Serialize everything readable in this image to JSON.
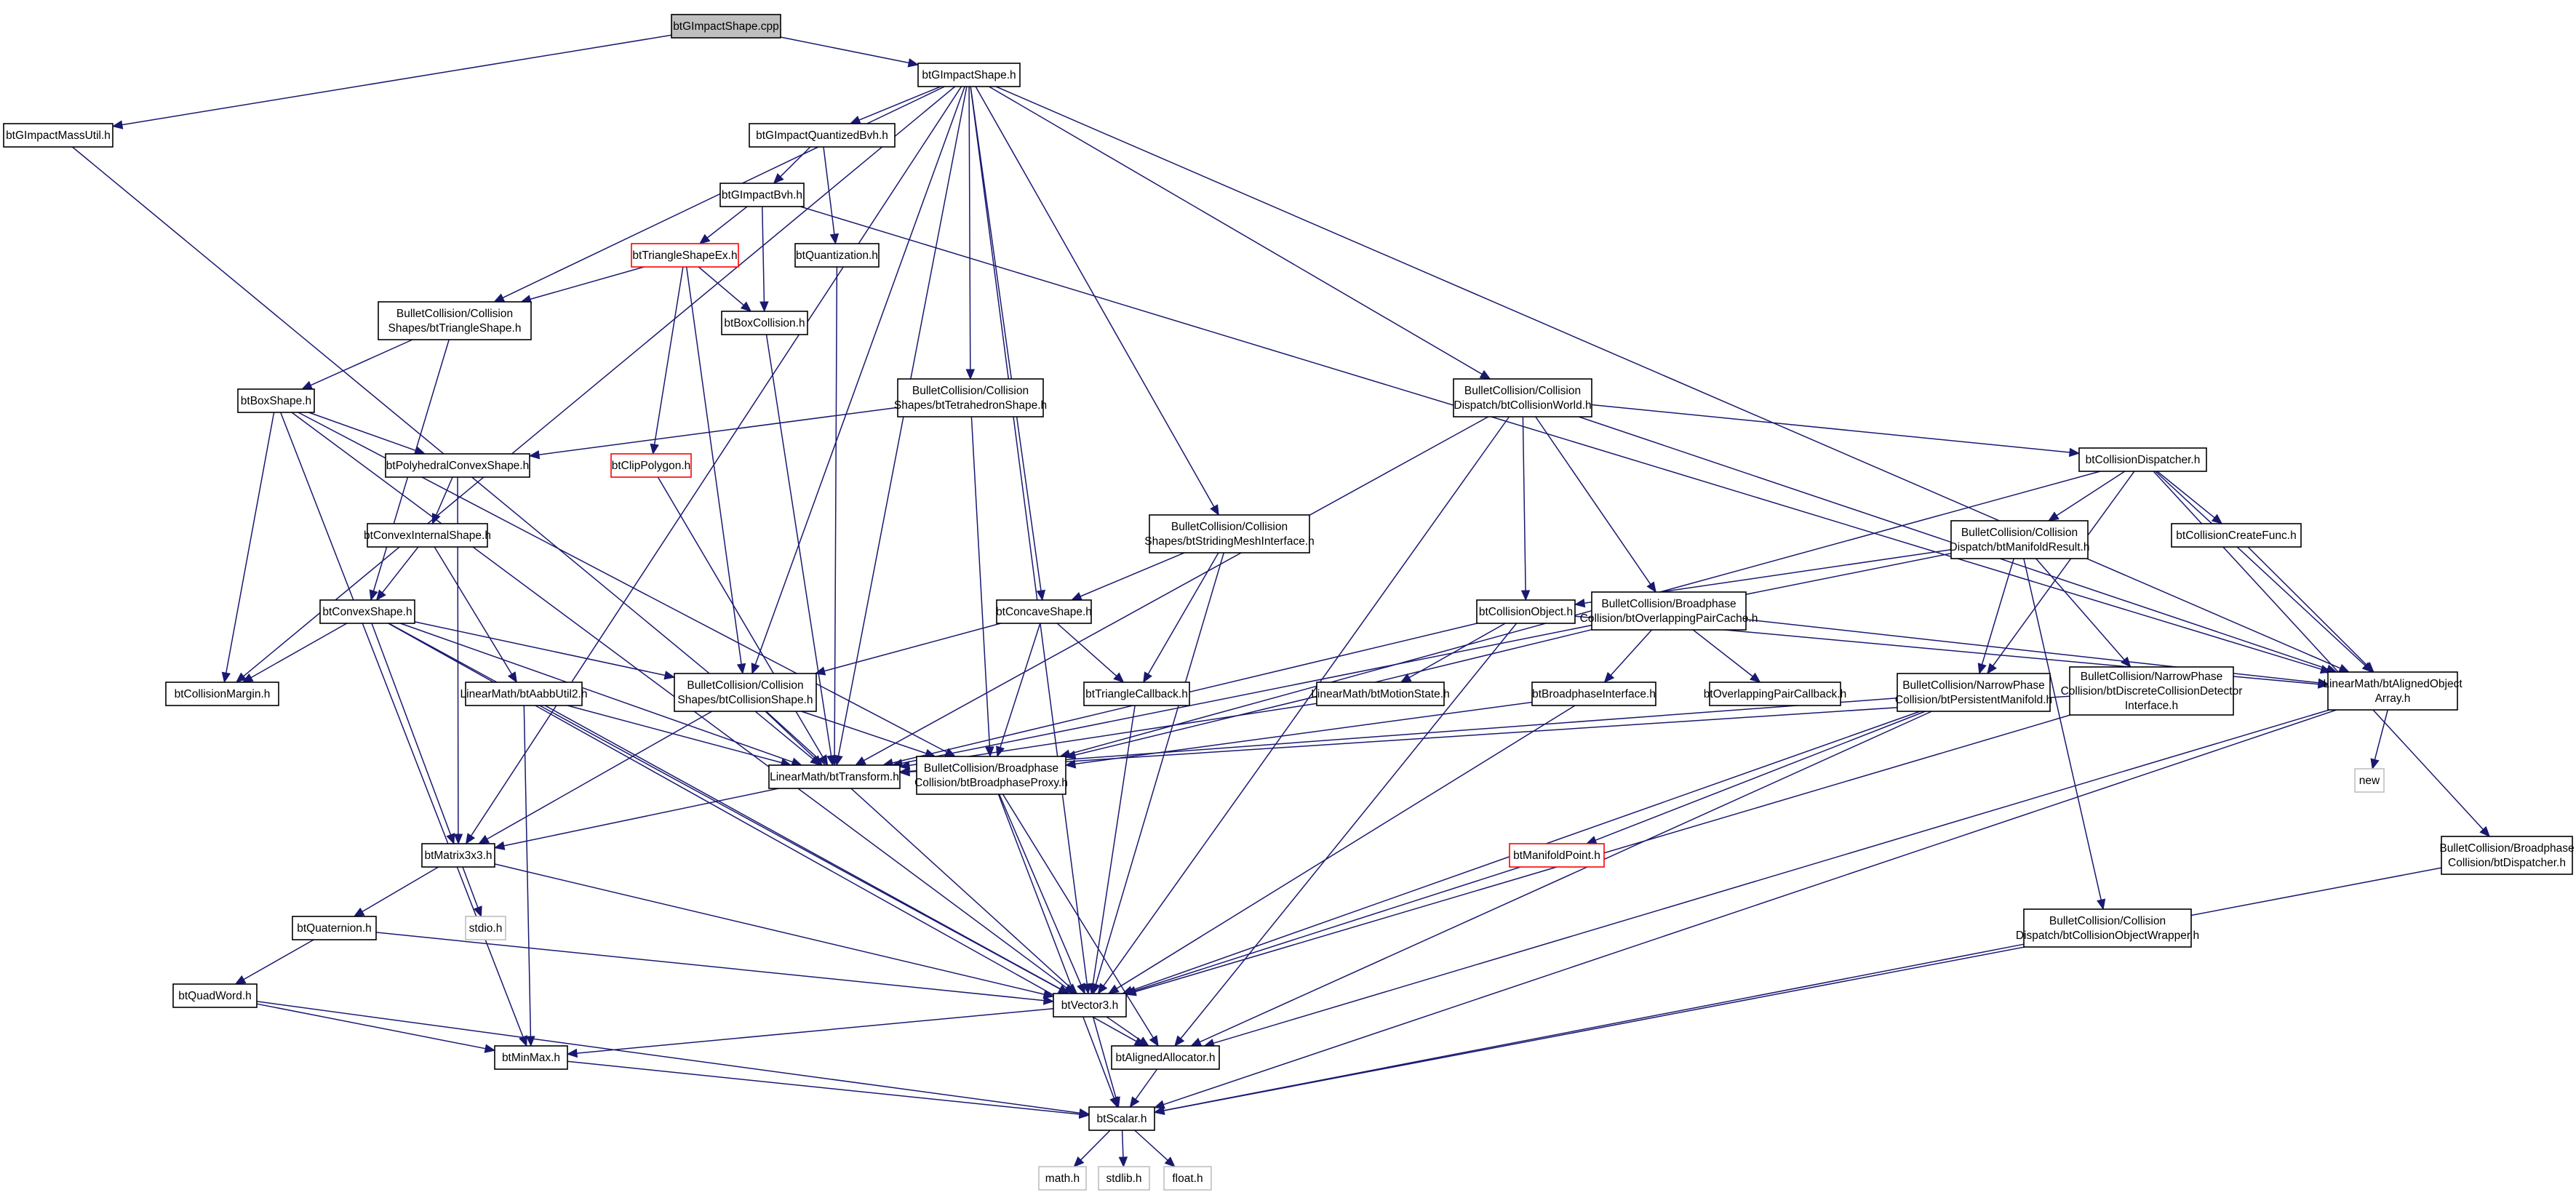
{
  "colors": {
    "edge": "#191970",
    "node_border": "#000000",
    "root_fill": "#bfbfbf",
    "missing_border": "#ff0000",
    "system_border": "#bfbfbf"
  },
  "nodes": [
    {
      "id": "cpp",
      "lines": [
        "btGImpactShape.cpp"
      ],
      "style": "root"
    },
    {
      "id": "shape_h",
      "lines": [
        "btGImpactShape.h"
      ]
    },
    {
      "id": "massutil",
      "lines": [
        "btGImpactMassUtil.h"
      ]
    },
    {
      "id": "qbvh",
      "lines": [
        "btGImpactQuantizedBvh.h"
      ]
    },
    {
      "id": "gbvh",
      "lines": [
        "btGImpactBvh.h"
      ]
    },
    {
      "id": "trishapeex",
      "lines": [
        "btTriangleShapeEx.h"
      ],
      "style": "red"
    },
    {
      "id": "quantization",
      "lines": [
        "btQuantization.h"
      ]
    },
    {
      "id": "bctri",
      "lines": [
        "BulletCollision/Collision",
        "Shapes/btTriangleShape.h"
      ]
    },
    {
      "id": "boxcol",
      "lines": [
        "btBoxCollision.h"
      ]
    },
    {
      "id": "boxshape",
      "lines": [
        "btBoxShape.h"
      ]
    },
    {
      "id": "bctetra",
      "lines": [
        "BulletCollision/Collision",
        "Shapes/btTetrahedronShape.h"
      ]
    },
    {
      "id": "bcworld",
      "lines": [
        "BulletCollision/Collision",
        "Dispatch/btCollisionWorld.h"
      ]
    },
    {
      "id": "polyconvex",
      "lines": [
        "btPolyhedralConvexShape.h"
      ]
    },
    {
      "id": "clippoly",
      "lines": [
        "btClipPolygon.h"
      ],
      "style": "red"
    },
    {
      "id": "coldispatcher",
      "lines": [
        "btCollisionDispatcher.h"
      ]
    },
    {
      "id": "convexint",
      "lines": [
        "btConvexInternalShape.h"
      ]
    },
    {
      "id": "bcstriding",
      "lines": [
        "BulletCollision/Collision",
        "Shapes/btStridingMeshInterface.h"
      ]
    },
    {
      "id": "bcmanifold",
      "lines": [
        "BulletCollision/Collision",
        "Dispatch/btManifoldResult.h"
      ]
    },
    {
      "id": "colcreate",
      "lines": [
        "btCollisionCreateFunc.h"
      ]
    },
    {
      "id": "convexshape",
      "lines": [
        "btConvexShape.h"
      ]
    },
    {
      "id": "concave",
      "lines": [
        "btConcaveShape.h"
      ]
    },
    {
      "id": "colobject",
      "lines": [
        "btCollisionObject.h"
      ]
    },
    {
      "id": "bcoverlap",
      "lines": [
        "BulletCollision/Broadphase",
        "Collision/btOverlappingPairCache.h"
      ]
    },
    {
      "id": "alignedarray",
      "lines": [
        "LinearMath/btAlignedObject",
        "Array.h"
      ]
    },
    {
      "id": "colmargin",
      "lines": [
        "btCollisionMargin.h"
      ]
    },
    {
      "id": "aabbutil",
      "lines": [
        "LinearMath/btAabbUtil2.h"
      ]
    },
    {
      "id": "bccolshape",
      "lines": [
        "BulletCollision/Collision",
        "Shapes/btCollisionShape.h"
      ]
    },
    {
      "id": "tricallback",
      "lines": [
        "btTriangleCallback.h"
      ]
    },
    {
      "id": "motionstate",
      "lines": [
        "LinearMath/btMotionState.h"
      ]
    },
    {
      "id": "broadphaseif",
      "lines": [
        "btBroadphaseInterface.h"
      ]
    },
    {
      "id": "overlapcb",
      "lines": [
        "btOverlappingPairCallback.h"
      ]
    },
    {
      "id": "bcpersist",
      "lines": [
        "BulletCollision/NarrowPhase",
        "Collision/btPersistentManifold.h"
      ]
    },
    {
      "id": "bcdiscrete",
      "lines": [
        "BulletCollision/NarrowPhase",
        "Collision/btDiscreteCollisionDetector",
        "Interface.h"
      ]
    },
    {
      "id": "transform",
      "lines": [
        "LinearMath/btTransform.h"
      ]
    },
    {
      "id": "bcproxy",
      "lines": [
        "BulletCollision/Broadphase",
        "Collision/btBroadphaseProxy.h"
      ]
    },
    {
      "id": "new",
      "lines": [
        "new"
      ],
      "style": "ghost"
    },
    {
      "id": "bcdispatcher",
      "lines": [
        "BulletCollision/Broadphase",
        "Collision/btDispatcher.h"
      ]
    },
    {
      "id": "matrix",
      "lines": [
        "btMatrix3x3.h"
      ]
    },
    {
      "id": "manifoldpt",
      "lines": [
        "btManifoldPoint.h"
      ],
      "style": "red"
    },
    {
      "id": "stdio",
      "lines": [
        "stdio.h"
      ],
      "style": "ghost"
    },
    {
      "id": "quaternion",
      "lines": [
        "btQuaternion.h"
      ]
    },
    {
      "id": "bcwrapper",
      "lines": [
        "BulletCollision/Collision",
        "Dispatch/btCollisionObjectWrapper.h"
      ]
    },
    {
      "id": "quadword",
      "lines": [
        "btQuadWord.h"
      ]
    },
    {
      "id": "vector3",
      "lines": [
        "btVector3.h"
      ]
    },
    {
      "id": "minmax",
      "lines": [
        "btMinMax.h"
      ]
    },
    {
      "id": "alignedalloc",
      "lines": [
        "btAlignedAllocator.h"
      ]
    },
    {
      "id": "scalar",
      "lines": [
        "btScalar.h"
      ]
    },
    {
      "id": "math",
      "lines": [
        "math.h"
      ],
      "style": "ghost"
    },
    {
      "id": "stdlib",
      "lines": [
        "stdlib.h"
      ],
      "style": "ghost"
    },
    {
      "id": "float",
      "lines": [
        "float.h"
      ],
      "style": "ghost"
    }
  ],
  "edges": [
    [
      "cpp",
      "shape_h"
    ],
    [
      "cpp",
      "massutil"
    ],
    [
      "shape_h",
      "qbvh"
    ],
    [
      "shape_h",
      "bctri"
    ],
    [
      "shape_h",
      "bctetra"
    ],
    [
      "shape_h",
      "bcworld"
    ],
    [
      "shape_h",
      "bcstriding"
    ],
    [
      "shape_h",
      "concave"
    ],
    [
      "shape_h",
      "bccolshape"
    ],
    [
      "shape_h",
      "transform"
    ],
    [
      "shape_h",
      "colmargin"
    ],
    [
      "shape_h",
      "matrix"
    ],
    [
      "shape_h",
      "vector3"
    ],
    [
      "shape_h",
      "alignedarray"
    ],
    [
      "massutil",
      "transform"
    ],
    [
      "qbvh",
      "gbvh"
    ],
    [
      "qbvh",
      "quantization"
    ],
    [
      "gbvh",
      "trishapeex"
    ],
    [
      "gbvh",
      "boxcol"
    ],
    [
      "gbvh",
      "alignedarray"
    ],
    [
      "trishapeex",
      "bctri"
    ],
    [
      "trishapeex",
      "boxcol"
    ],
    [
      "trishapeex",
      "clippoly"
    ],
    [
      "trishapeex",
      "bccolshape"
    ],
    [
      "quantization",
      "transform"
    ],
    [
      "boxcol",
      "transform"
    ],
    [
      "bctri",
      "boxshape"
    ],
    [
      "bctri",
      "convexshape"
    ],
    [
      "boxshape",
      "polyconvex"
    ],
    [
      "boxshape",
      "bcproxy"
    ],
    [
      "boxshape",
      "colmargin"
    ],
    [
      "boxshape",
      "vector3"
    ],
    [
      "boxshape",
      "minmax"
    ],
    [
      "bctetra",
      "polyconvex"
    ],
    [
      "bctetra",
      "bcproxy"
    ],
    [
      "polyconvex",
      "convexint"
    ],
    [
      "polyconvex",
      "matrix"
    ],
    [
      "clippoly",
      "transform"
    ],
    [
      "convexint",
      "convexshape"
    ],
    [
      "convexint",
      "aabbutil"
    ],
    [
      "convexshape",
      "colmargin"
    ],
    [
      "convexshape",
      "bccolshape"
    ],
    [
      "convexshape",
      "transform"
    ],
    [
      "convexshape",
      "matrix"
    ],
    [
      "convexshape",
      "vector3"
    ],
    [
      "convexshape",
      "alignedalloc"
    ],
    [
      "aabbutil",
      "transform"
    ],
    [
      "aabbutil",
      "vector3"
    ],
    [
      "aabbutil",
      "minmax"
    ],
    [
      "bcstriding",
      "concave"
    ],
    [
      "bcstriding",
      "tricallback"
    ],
    [
      "bcstriding",
      "vector3"
    ],
    [
      "concave",
      "bccolshape"
    ],
    [
      "concave",
      "tricallback"
    ],
    [
      "concave",
      "bcproxy"
    ],
    [
      "bccolshape",
      "transform"
    ],
    [
      "bccolshape",
      "vector3"
    ],
    [
      "bccolshape",
      "matrix"
    ],
    [
      "bccolshape",
      "bcproxy"
    ],
    [
      "tricallback",
      "vector3"
    ],
    [
      "bcworld",
      "colobject"
    ],
    [
      "bcworld",
      "coldispatcher"
    ],
    [
      "bcworld",
      "bcoverlap"
    ],
    [
      "bcworld",
      "transform"
    ],
    [
      "bcworld",
      "vector3"
    ],
    [
      "bcworld",
      "alignedarray"
    ],
    [
      "coldispatcher",
      "bcmanifold"
    ],
    [
      "coldispatcher",
      "colcreate"
    ],
    [
      "coldispatcher",
      "alignedarray"
    ],
    [
      "coldispatcher",
      "bcpersist"
    ],
    [
      "coldispatcher",
      "bcdispatcher"
    ],
    [
      "coldispatcher",
      "bcproxy"
    ],
    [
      "colcreate",
      "alignedarray"
    ],
    [
      "bcmanifold",
      "colobject"
    ],
    [
      "bcmanifold",
      "bcpersist"
    ],
    [
      "bcmanifold",
      "bcdiscrete"
    ],
    [
      "bcmanifold",
      "transform"
    ],
    [
      "bcmanifold",
      "bcwrapper"
    ],
    [
      "colobject",
      "motionstate"
    ],
    [
      "colobject",
      "transform"
    ],
    [
      "colobject",
      "alignedarray"
    ],
    [
      "colobject",
      "alignedalloc"
    ],
    [
      "motionstate",
      "transform"
    ],
    [
      "bcoverlap",
      "broadphaseif"
    ],
    [
      "bcoverlap",
      "overlapcb"
    ],
    [
      "bcoverlap",
      "bcproxy"
    ],
    [
      "bcoverlap",
      "alignedarray"
    ],
    [
      "broadphaseif",
      "bcproxy"
    ],
    [
      "broadphaseif",
      "vector3"
    ],
    [
      "bcpersist",
      "manifoldpt"
    ],
    [
      "bcpersist",
      "transform"
    ],
    [
      "bcpersist",
      "alignedalloc"
    ],
    [
      "bcpersist",
      "vector3"
    ],
    [
      "manifoldpt",
      "vector3"
    ],
    [
      "bcdiscrete",
      "transform"
    ],
    [
      "bcdiscrete",
      "vector3"
    ],
    [
      "transform",
      "matrix"
    ],
    [
      "bcproxy",
      "vector3"
    ],
    [
      "bcproxy",
      "alignedalloc"
    ],
    [
      "bcproxy",
      "scalar"
    ],
    [
      "matrix",
      "quaternion"
    ],
    [
      "matrix",
      "stdio"
    ],
    [
      "matrix",
      "vector3"
    ],
    [
      "quaternion",
      "quadword"
    ],
    [
      "quaternion",
      "vector3"
    ],
    [
      "quadword",
      "minmax"
    ],
    [
      "quadword",
      "scalar"
    ],
    [
      "alignedarray",
      "new"
    ],
    [
      "alignedarray",
      "alignedalloc"
    ],
    [
      "alignedarray",
      "scalar"
    ],
    [
      "bcdispatcher",
      "scalar"
    ],
    [
      "bcwrapper",
      "scalar"
    ],
    [
      "vector3",
      "minmax"
    ],
    [
      "vector3",
      "alignedalloc"
    ],
    [
      "vector3",
      "scalar"
    ],
    [
      "alignedalloc",
      "scalar"
    ],
    [
      "minmax",
      "scalar"
    ],
    [
      "scalar",
      "math"
    ],
    [
      "scalar",
      "stdlib"
    ],
    [
      "scalar",
      "float"
    ]
  ]
}
